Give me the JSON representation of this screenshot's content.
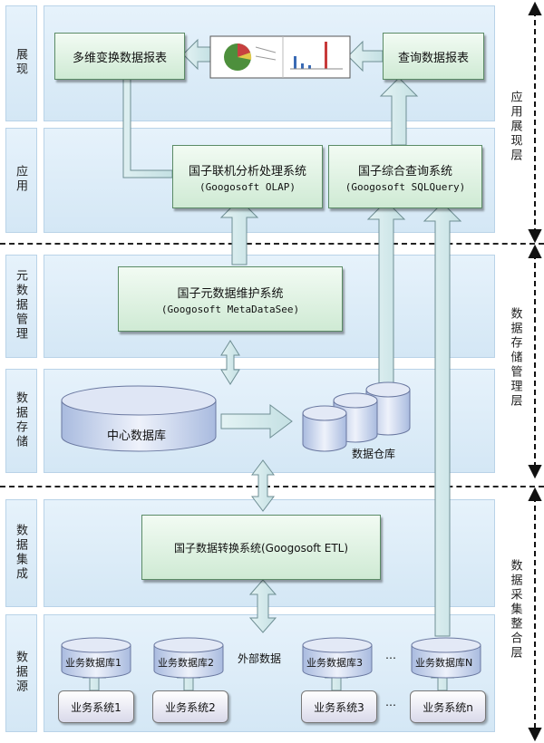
{
  "layers": {
    "presentation_app": "应用展现层",
    "storage_mgmt": "数据存储管理层",
    "collection": "数据采集整合层"
  },
  "sections": {
    "display": "展现",
    "application": "应用",
    "metadata_mgmt": "元数据管理",
    "data_storage": "数据存储",
    "data_integration": "数据集成",
    "data_source": "数据源"
  },
  "boxes": {
    "multidim_report": "多维变换数据报表",
    "query_report": "查询数据报表",
    "olap_name": "国子联机分析处理系统",
    "olap_en": "(Googosoft OLAP)",
    "sqlquery_name": "国子综合查询系统",
    "sqlquery_en": "(Googosoft SQLQuery)",
    "metadata_name": "国子元数据维护系统",
    "metadata_en": "(Googosoft MetaDataSee)",
    "etl_name": "国子数据转换系统(Googosoft ETL)"
  },
  "storage": {
    "central_db": "中心数据库",
    "warehouse": "数据仓库"
  },
  "sources": {
    "external_data": "外部数据",
    "ellipsis": "…",
    "dbs": [
      "业务数据库1",
      "业务数据库2",
      "业务数据库3",
      "业务数据库N"
    ],
    "systems": [
      "业务系统1",
      "业务系统2",
      "业务系统3",
      "业务系统n"
    ]
  },
  "colors": {
    "band": "#d9eaf7",
    "box_green": "#cfead4",
    "arrow": "#d6ecee",
    "db_blue": "#c9d6ee"
  }
}
